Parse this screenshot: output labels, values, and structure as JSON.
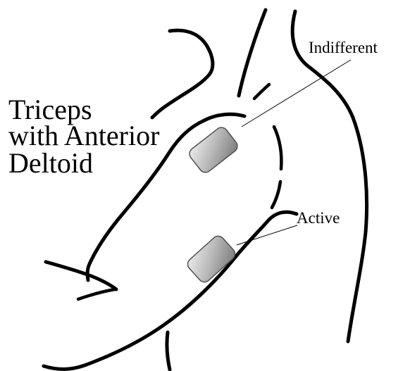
{
  "title": {
    "lines": [
      "Triceps",
      "with Anterior",
      "Deltoid"
    ]
  },
  "labels": {
    "indifferent": "Indifferent",
    "active": "Active"
  },
  "electrode": {
    "fill_light": "#eeeeee",
    "fill_dark": "#7a7a7a",
    "stroke": "#505050"
  },
  "line_color": "#000000"
}
